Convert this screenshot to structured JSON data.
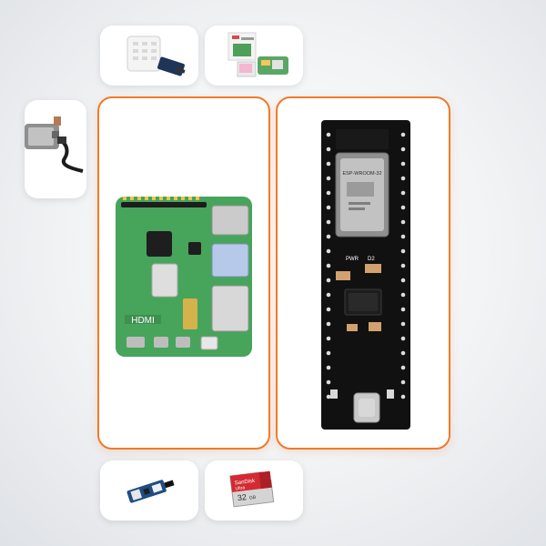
{
  "colors": {
    "accent_border": "#f07a2a",
    "page_background": "#eef0f2",
    "thumb_background": "#ffffff",
    "rpi_board_green": "#47a45b",
    "esp32_board_black": "#111111"
  },
  "gallery": {
    "top_thumbnails": [
      {
        "id": "dht-sensor",
        "icon": "dht-sensor-icon"
      },
      {
        "id": "touch-display-kit",
        "icon": "display-kit-icon"
      }
    ],
    "side_thumbnails": [
      {
        "id": "pi-case-with-cable",
        "icon": "pi-cable-icon"
      }
    ],
    "main_cards": [
      {
        "id": "raspberry-pi-5",
        "selected": true,
        "board_label": "HDMI"
      },
      {
        "id": "esp32-devkit",
        "selected": true,
        "module_text": "ESP-WROOM-32",
        "pin_labels": [
          "PWR",
          "D2"
        ]
      }
    ],
    "bottom_thumbnails": [
      {
        "id": "sensor-module",
        "icon": "sensor-module-icon"
      },
      {
        "id": "sd-card",
        "icon": "sd-card-icon",
        "brand": "SanDisk",
        "line": "Ultra",
        "capacity": "32",
        "unit": "GB"
      }
    ]
  }
}
